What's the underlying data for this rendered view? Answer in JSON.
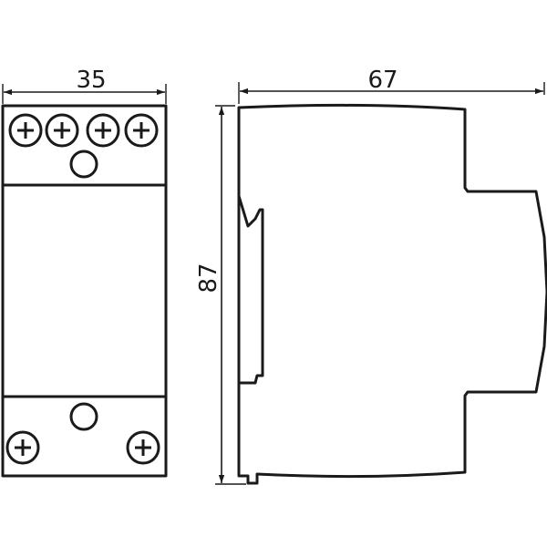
{
  "dimensions": {
    "width": "35",
    "depth": "67",
    "height": "87"
  },
  "colors": {
    "line": "#1a1a1a",
    "background": "#ffffff"
  },
  "icons": {
    "terminal": "screw-terminal-icon",
    "indicator": "led-indicator-icon"
  }
}
